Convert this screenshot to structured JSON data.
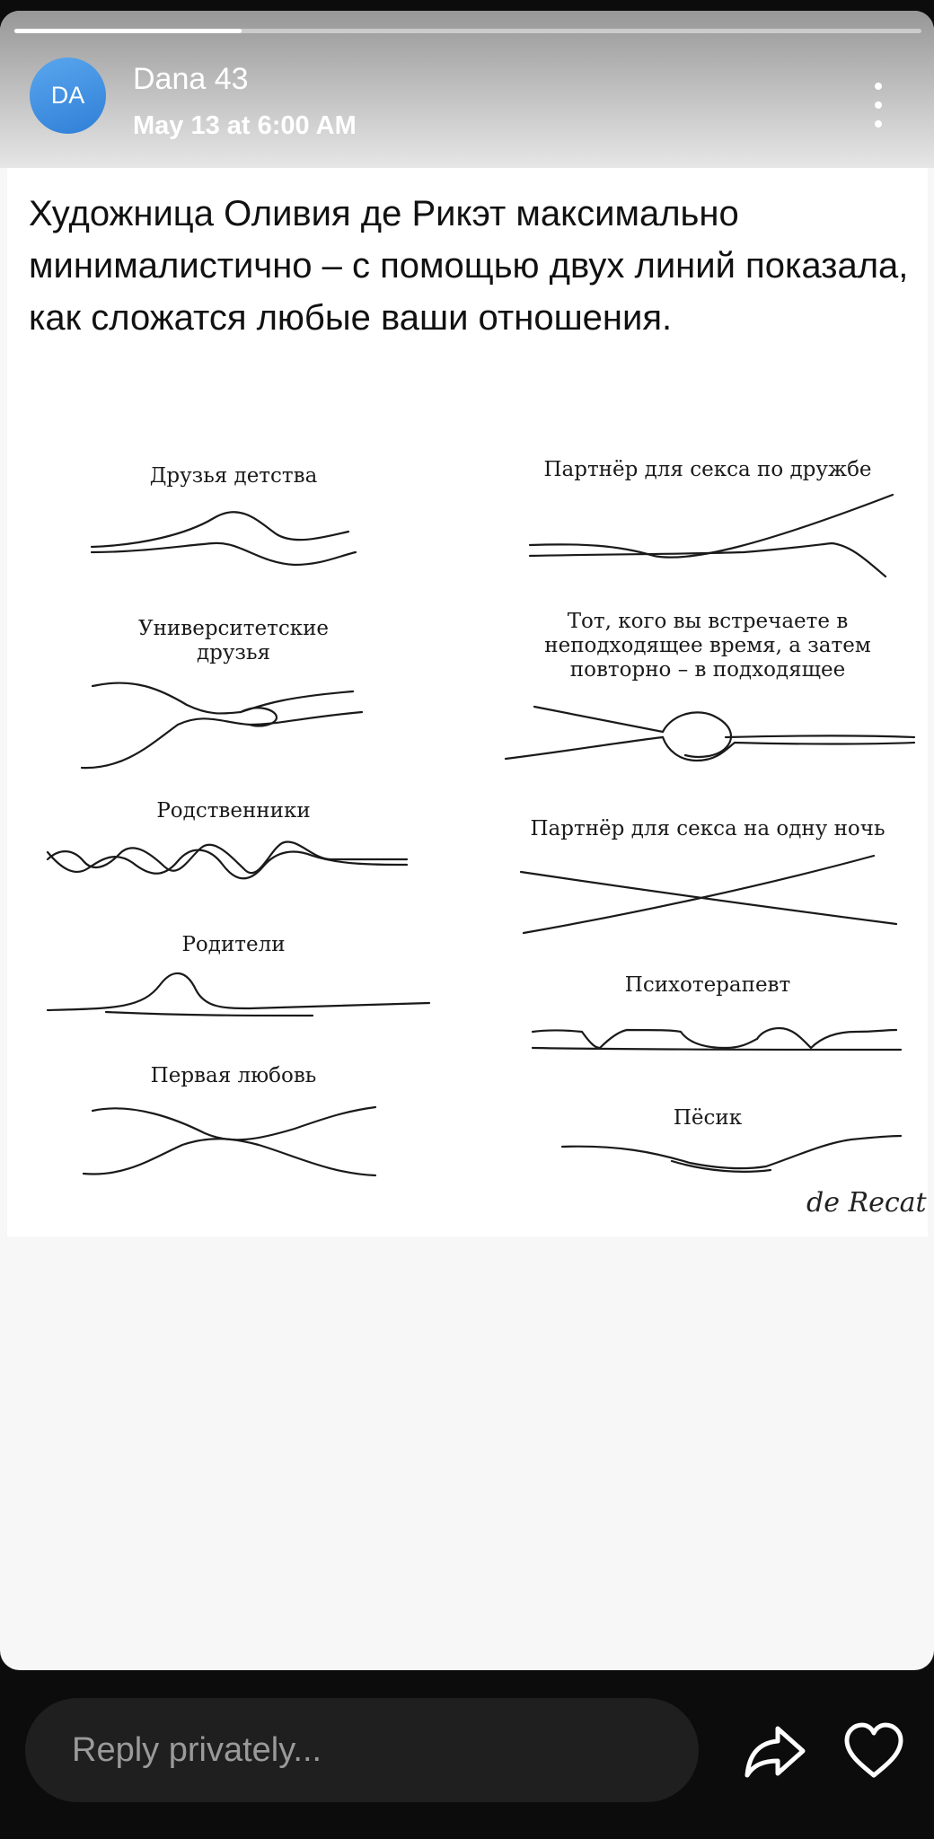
{
  "story": {
    "progress": 0.25,
    "author_initials": "DA",
    "author_name": "Dana 43",
    "timestamp": "May 13 at 6:00 AM",
    "more_icon": "more-vertical-icon"
  },
  "post": {
    "text": "Художница Оливия де Рикэт максимально минималистично – с помощью двух линий показала, как сложатся любые ваши отношения.",
    "illustration": {
      "left_column": [
        "Друзья детства",
        "Университетские друзья",
        "Родственники",
        "Родители",
        "Первая любовь"
      ],
      "right_column": [
        "Партнёр для секса по дружбе",
        "Тот, кого вы встречаете в неподходящее время, а затем повторно – в подходящее",
        "Партнёр для секса на одну ночь",
        "Психотерапевт",
        "Пёсик"
      ],
      "signature": "de Recat"
    }
  },
  "reply": {
    "placeholder": "Reply privately...",
    "share_icon": "share-icon",
    "like_icon": "heart-icon"
  },
  "colors": {
    "background": "#0c0c0c",
    "card": "#f7f7f7",
    "avatar": "#3d8ee0",
    "reply_bar": "#1f1f1f"
  }
}
